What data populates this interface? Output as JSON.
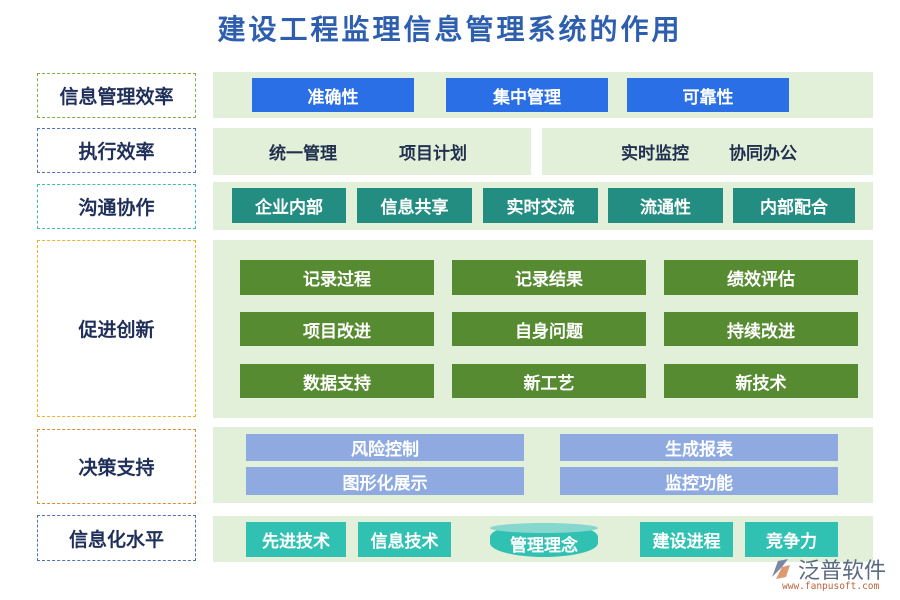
{
  "title": "建设工程监理信息管理系统的作用",
  "colors": {
    "title": "#2e5fae",
    "panel_bg": "#e3f0d9",
    "blue_box": "#2a6fe6",
    "teal_box": "#238d82",
    "green_box": "#578b32",
    "lavender_box": "#8eaae0",
    "aqua_box": "#31c1b2"
  },
  "rows": [
    {
      "label": "信息管理效率",
      "border_color": "#7bb241",
      "items": [
        "准确性",
        "集中管理",
        "可靠性"
      ]
    },
    {
      "label": "执行效率",
      "border_color": "#4f72b8",
      "items_left": [
        "统一管理",
        "项目计划"
      ],
      "items_right": [
        "实时监控",
        "协同办公"
      ]
    },
    {
      "label": "沟通协作",
      "border_color": "#3dbfae",
      "items": [
        "企业内部",
        "信息共享",
        "实时交流",
        "流通性",
        "内部配合"
      ]
    },
    {
      "label": "促进创新",
      "border_color": "#e8b325",
      "items": [
        "记录过程",
        "记录结果",
        "绩效评估",
        "项目改进",
        "自身问题",
        "持续改进",
        "数据支持",
        "新工艺",
        "新技术"
      ]
    },
    {
      "label": "决策支持",
      "border_color": "#e08a3c",
      "items": [
        "风险控制",
        "生成报表",
        "图形化展示",
        "监控功能"
      ]
    },
    {
      "label": "信息化水平",
      "border_color": "#4f72b8",
      "items": [
        "先进技术",
        "信息技术",
        "管理理念",
        "建设进程",
        "竞争力"
      ]
    }
  ],
  "logo": {
    "name": "泛普软件",
    "url": "www.fanpusoft.com"
  }
}
